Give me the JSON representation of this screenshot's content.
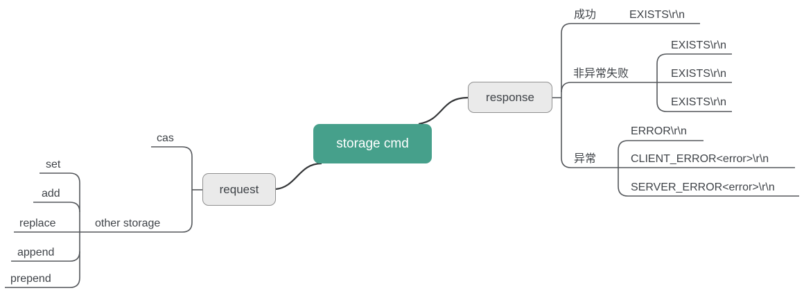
{
  "mindmap": {
    "root": {
      "label": "storage cmd"
    },
    "left": {
      "request": {
        "label": "request"
      },
      "cas": {
        "label": "cas"
      },
      "other_storage": {
        "label": "other storage"
      },
      "commands": [
        "set",
        "add",
        "replace",
        "append",
        "prepend"
      ]
    },
    "right": {
      "response": {
        "label": "response"
      },
      "success": {
        "label": "成功",
        "results": [
          "EXISTS\\r\\n"
        ]
      },
      "non_exceptional_failure": {
        "label": "非异常失败",
        "results": [
          "EXISTS\\r\\n",
          "EXISTS\\r\\n",
          "EXISTS\\r\\n"
        ]
      },
      "exception": {
        "label": "异常",
        "results": [
          "ERROR\\r\\n",
          "CLIENT_ERROR<error>\\r\\n",
          "SERVER_ERROR<error>\\r\\n"
        ]
      }
    },
    "colors": {
      "root_fill": "#46a08b",
      "root_text": "#ffffff",
      "branch_fill": "#eaeaea",
      "branch_border": "#8f8f8f",
      "connector": "#53565a",
      "text": "#3e4247"
    }
  }
}
